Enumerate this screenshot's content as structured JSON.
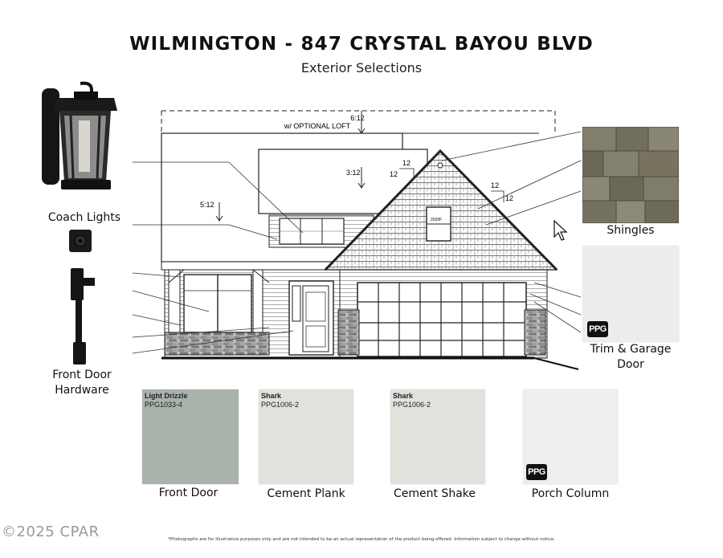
{
  "header": {
    "title": "WILMINGTON - 847 CRYSTAL BAYOU BLVD",
    "subtitle": "Exterior Selections"
  },
  "elevation": {
    "roof_main_pitch": "6:12",
    "optional_loft": "w/ OPTIONAL LOFT",
    "pitch_3_12": "3:12",
    "pitch_5_12": "5:12",
    "pitch_12_a": "12",
    "pitch_12_b": "12",
    "pitch_12_c": "12",
    "pitch_12_d": "12",
    "window_tag": "2020F"
  },
  "left_items": {
    "coach_lights": "Coach Lights",
    "front_door_hardware_line1": "Front Door",
    "front_door_hardware_line2": "Hardware"
  },
  "right_items": {
    "shingles": "Shingles",
    "trim_line1": "Trim & Garage",
    "trim_line2": "Door",
    "ppg_logo": "PPG"
  },
  "swatches": [
    {
      "name": "Light Drizzle",
      "code": "PPG1033-4",
      "label": "Front Door",
      "color": "#a9b2ab"
    },
    {
      "name": "Shark",
      "code": "PPG1006-2",
      "label": "Cement Plank",
      "color": "#e2e1dc"
    },
    {
      "name": "Shark",
      "code": "PPG1006-2",
      "label": "Cement Shake",
      "color": "#e2e1dc"
    },
    {
      "name": "",
      "code": "",
      "label": "Porch Column",
      "color": "#efeeec"
    }
  ],
  "colors": {
    "trim_swatch": "#eeedeb",
    "shingle_base": "#7a7765"
  },
  "watermark": "©2025 CPAR",
  "disclaimer": "*Photographs are for illustrative purposes only and are not intended to be an actual representation of the product being offered. Information subject to change without notice."
}
